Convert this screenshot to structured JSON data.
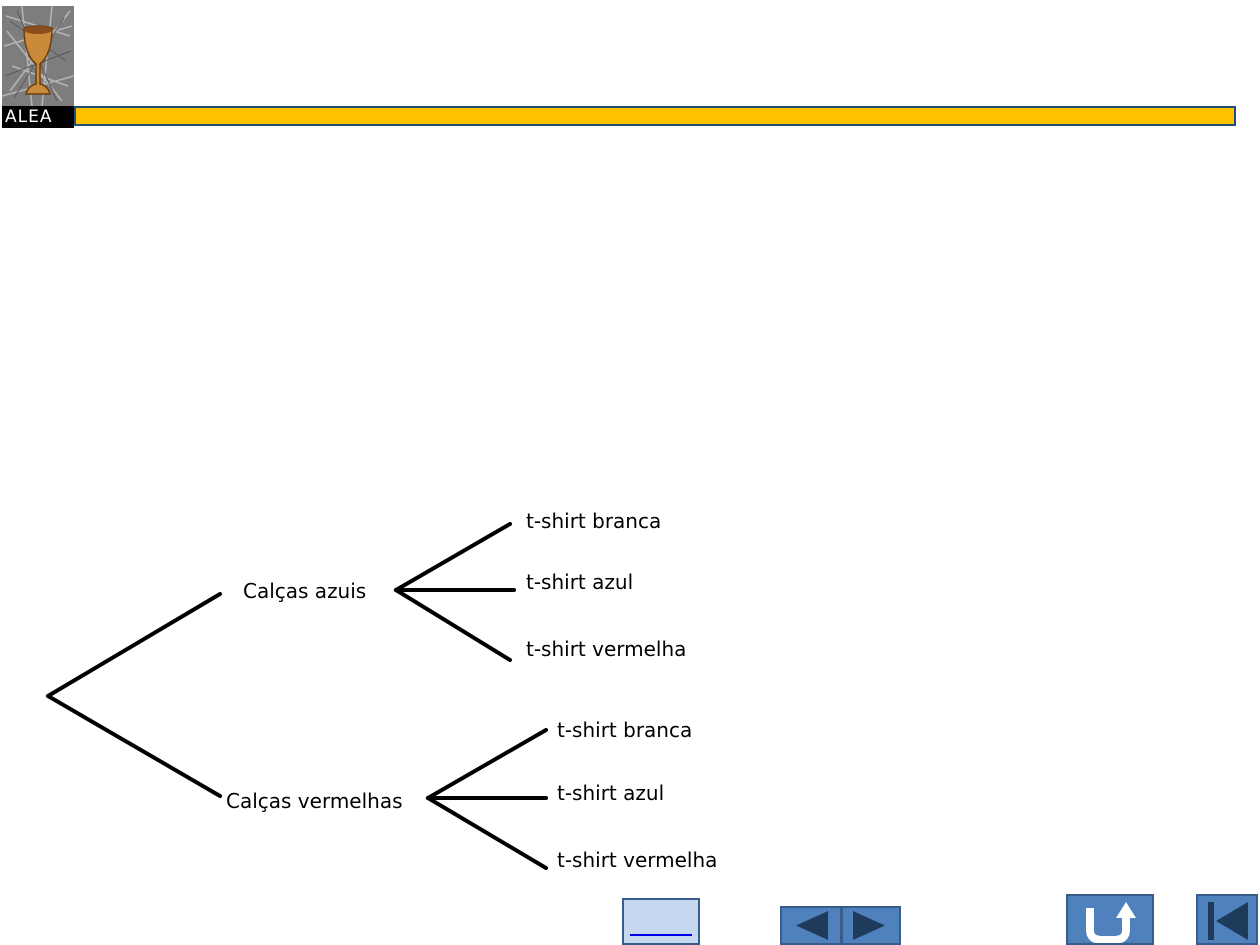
{
  "logo": {
    "text": "ALEA",
    "icon": "chalice-logo-icon"
  },
  "header": {
    "bar_color": "#ffc000",
    "border_color": "#1f4e79"
  },
  "tree": {
    "branches": [
      {
        "label": "Calças azuis",
        "children": [
          "t-shirt branca",
          "t-shirt azul",
          "t-shirt vermelha"
        ]
      },
      {
        "label": "Calças vermelhas",
        "children": [
          "t-shirt branca",
          "t-shirt azul",
          "t-shirt vermelha"
        ]
      }
    ]
  },
  "navigation": {
    "button_color": "#4f81bd",
    "blank_button_color": "#c6d9f1",
    "buttons": [
      {
        "name": "blank-link-button",
        "icon": "underline-link-icon"
      },
      {
        "name": "previous-button",
        "icon": "triangle-left-icon"
      },
      {
        "name": "next-button",
        "icon": "triangle-right-icon"
      },
      {
        "name": "return-button",
        "icon": "u-turn-arrow-icon"
      },
      {
        "name": "first-slide-button",
        "icon": "skip-to-start-icon"
      }
    ]
  }
}
